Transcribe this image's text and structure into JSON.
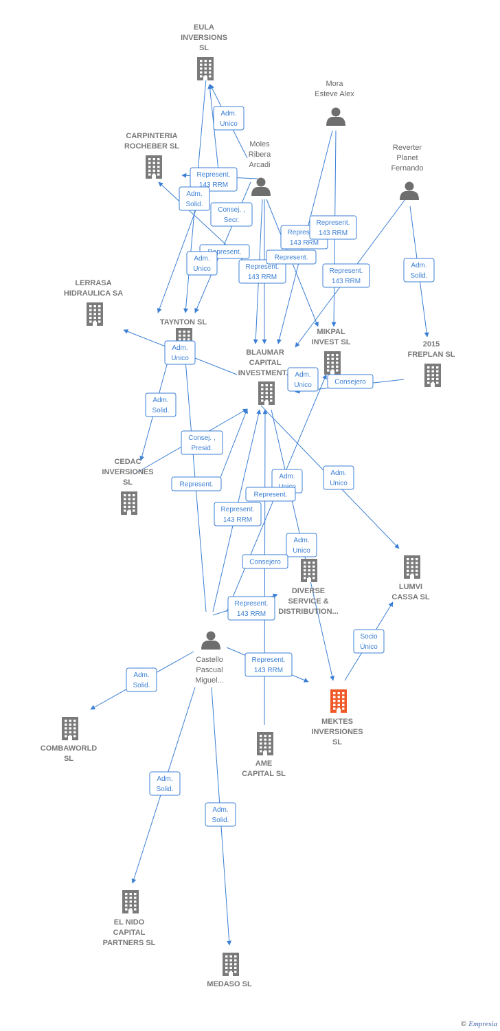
{
  "colors": {
    "edge": "#3b7fd4",
    "building": "#7a7a7a",
    "focus": "#f05a28",
    "person": "#6e6e6e"
  },
  "nodes": [
    {
      "id": "eula",
      "kind": "building",
      "lines": [
        "EULA",
        "INVERSIONS",
        "SL"
      ]
    },
    {
      "id": "carpinteria",
      "kind": "building",
      "lines": [
        "CARPINTERIA",
        "ROCHEBER SL"
      ]
    },
    {
      "id": "mora",
      "kind": "person",
      "lines": [
        "Mora",
        "Esteve Alex"
      ]
    },
    {
      "id": "moles",
      "kind": "person",
      "lines": [
        "Moles",
        "Ribera",
        "Arcadi"
      ]
    },
    {
      "id": "reverter",
      "kind": "person",
      "lines": [
        "Reverter",
        "Planet",
        "Fernando"
      ]
    },
    {
      "id": "lerrasa",
      "kind": "building",
      "lines": [
        "LERRASA",
        "HIDRAULICA SA"
      ]
    },
    {
      "id": "taynton",
      "kind": "building",
      "lines": [
        "TAYNTON  SL"
      ]
    },
    {
      "id": "blaumar",
      "kind": "building",
      "lines": [
        "BLAUMAR",
        "CAPITAL",
        "INVESTMENT..."
      ]
    },
    {
      "id": "mikpal",
      "kind": "building",
      "lines": [
        "MIKPAL",
        "INVEST  SL"
      ]
    },
    {
      "id": "freplan",
      "kind": "building",
      "lines": [
        "2015",
        "FREPLAN  SL"
      ]
    },
    {
      "id": "cedac",
      "kind": "building",
      "lines": [
        "CEDAC",
        "INVERSIONES",
        "SL"
      ]
    },
    {
      "id": "diverse",
      "kind": "building",
      "lines": [
        "DIVERSE",
        "SERVICE &",
        "DISTRIBUTION..."
      ]
    },
    {
      "id": "lumvi",
      "kind": "building",
      "lines": [
        "LUMVI",
        "CASSA SL"
      ]
    },
    {
      "id": "castello",
      "kind": "person",
      "lines": [
        "Castello",
        "Pascual",
        "Miguel..."
      ]
    },
    {
      "id": "mektes",
      "kind": "focus",
      "lines": [
        "MEKTES",
        "INVERSIONES",
        "SL"
      ]
    },
    {
      "id": "combaworld",
      "kind": "building",
      "lines": [
        "COMBAWORLD",
        "SL"
      ]
    },
    {
      "id": "ame",
      "kind": "building",
      "lines": [
        "AME",
        "CAPITAL  SL"
      ]
    },
    {
      "id": "elnido",
      "kind": "building",
      "lines": [
        "EL NIDO",
        "CAPITAL",
        "PARTNERS  SL"
      ]
    },
    {
      "id": "medaso",
      "kind": "building",
      "lines": [
        "MEDASO  SL"
      ]
    }
  ],
  "edge_labels": [
    [
      "Adm.",
      "Unico"
    ],
    [
      "Represent.",
      "143 RRM"
    ],
    [
      "Adm.",
      "Solid."
    ],
    [
      "Consej. ,",
      "Secr."
    ],
    [
      "Represent."
    ],
    [
      "Adm.",
      "Unico"
    ],
    [
      "Represent.",
      "143 RRM"
    ],
    [
      "Represent.",
      "143 RRM"
    ],
    [
      "Represent.",
      "143 RRM"
    ],
    [
      "Represent."
    ],
    [
      "Represent.",
      "143 RRM"
    ],
    [
      "Adm.",
      "Solid."
    ],
    [
      "Adm.",
      "Unico"
    ],
    [
      "Adm.",
      "Unico"
    ],
    [
      "Consejero"
    ],
    [
      "Adm.",
      "Solid."
    ],
    [
      "Consej. ,",
      "Presid."
    ],
    [
      "Represent."
    ],
    [
      "Adm.",
      "Unico"
    ],
    [
      "Represent."
    ],
    [
      "Adm.",
      "Unico"
    ],
    [
      "Represent.",
      "143 RRM"
    ],
    [
      "Adm.",
      "Unico"
    ],
    [
      "Consejero"
    ],
    [
      "Represent.",
      "143 RRM"
    ],
    [
      "Socio",
      "Único"
    ],
    [
      "Represent.",
      "143 RRM"
    ],
    [
      "Adm.",
      "Solid."
    ],
    [
      "Adm.",
      "Solid."
    ],
    [
      "Adm.",
      "Solid."
    ]
  ],
  "footer": {
    "copyright": "©",
    "brand": "Empresia"
  }
}
